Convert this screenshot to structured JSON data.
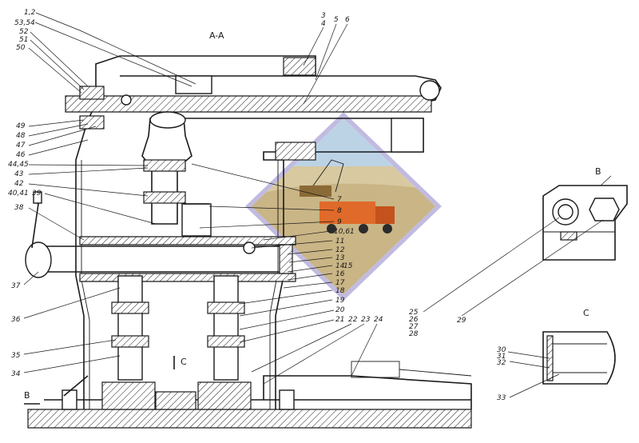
{
  "views": {
    "main_title": "A-A",
    "detail_b_title": "B",
    "detail_c_title": "C",
    "section_mark_b": "B",
    "section_mark_c": "C"
  },
  "callouts_left": [
    "1,2",
    "53,54",
    "52",
    "51",
    "50",
    "49",
    "48",
    "47",
    "46",
    "44,45",
    "43",
    "42",
    "40,41",
    "39",
    "38",
    "37",
    "36",
    "35",
    "34"
  ],
  "callouts_top": [
    "3",
    "4",
    "5",
    "6"
  ],
  "callouts_right": [
    "7",
    "8",
    "9",
    "10,61",
    "11",
    "12",
    "13",
    "14",
    "15",
    "16",
    "17",
    "18",
    "19"
  ],
  "callouts_bottom": [
    "20",
    "21",
    "22",
    "23",
    "24"
  ],
  "callouts_detail_b": [
    "25",
    "26",
    "27",
    "28",
    "29"
  ],
  "callouts_detail_c": [
    "30",
    "31",
    "32",
    "33"
  ],
  "watermark": {
    "style": "diamond photo emblem (dump truck, excavator)",
    "colors": {
      "frame": "#6b5fb5",
      "sky": "#bcd3e6",
      "field": "#d8c9a0",
      "truck": "#e06a2a"
    }
  }
}
